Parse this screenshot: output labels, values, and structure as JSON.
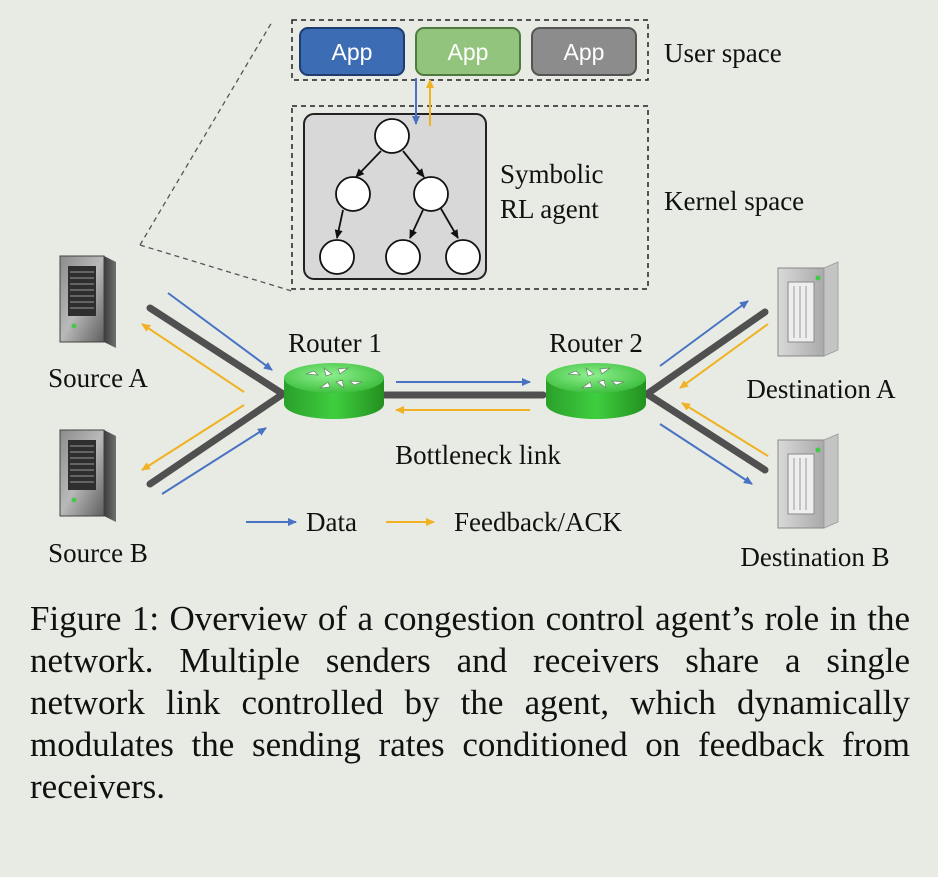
{
  "user_space": {
    "label": "User space",
    "apps": [
      {
        "label": "App",
        "color": "#3c6cb4"
      },
      {
        "label": "App",
        "color": "#93c47d"
      },
      {
        "label": "App",
        "color": "#8c8c8c"
      }
    ]
  },
  "kernel_space": {
    "label": "Kernel space",
    "agent_line1": "Symbolic",
    "agent_line2": "RL agent"
  },
  "nodes": {
    "source_a": "Source A",
    "source_b": "Source B",
    "router_1": "Router 1",
    "router_2": "Router 2",
    "destination_a": "Destination A",
    "destination_b": "Destination B",
    "bottleneck": "Bottleneck link"
  },
  "legend": {
    "data": "Data",
    "feedback": "Feedback/ACK"
  },
  "colors": {
    "data_arrow": "#4a72c4",
    "feedback_arrow": "#f0b222",
    "router": "#4cc94c",
    "link": "#505050",
    "background": "#e7ebe3"
  },
  "caption": "Figure 1: Overview of a congestion control agent’s role in the network. Multiple senders and receivers share a single network link controlled by the agent, which dynamically modulates the sending rates conditioned on feedback from receivers."
}
